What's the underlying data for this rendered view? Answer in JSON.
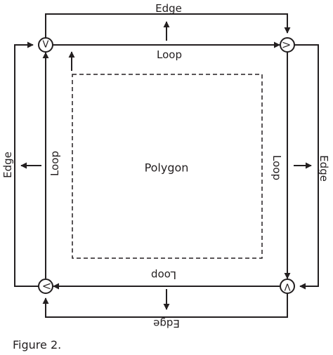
{
  "labels": {
    "edge_top": "Edge",
    "edge_bottom": "Edge",
    "edge_left": "Edge",
    "edge_right": "Edge",
    "loop_top": "Loop",
    "loop_bottom": "Loop",
    "loop_left": "Loop",
    "loop_right": "Loop",
    "polygon": "Polygon",
    "vertex_top_left": "V",
    "vertex_top_right": "V",
    "vertex_bottom_left": "V",
    "vertex_bottom_right": "V"
  },
  "caption": "Figure 2.",
  "colors": {
    "ink": "#231f20",
    "background": "#ffffff"
  }
}
